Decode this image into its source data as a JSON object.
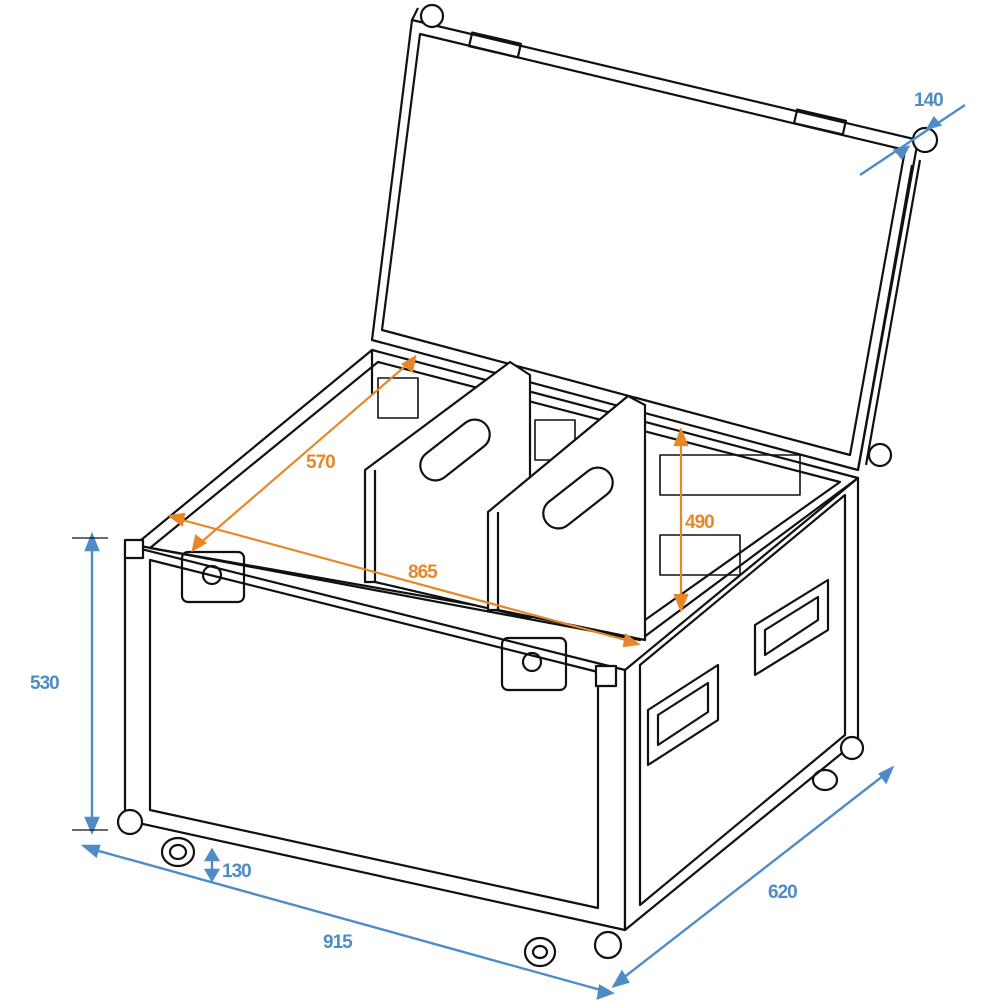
{
  "title": "Flight case technical drawing with dimensions",
  "colors": {
    "outline": "#111111",
    "outer_dimension": "#4f8cc7",
    "inner_dimension": "#e8872a",
    "background": "#ffffff"
  },
  "units": "mm",
  "outer_dimensions": {
    "length": "915",
    "depth": "620",
    "height": "530",
    "lid_height": "140",
    "wheel_height": "130"
  },
  "inner_dimensions": {
    "length": "865",
    "depth": "570",
    "height": "490"
  },
  "components": [
    "lid",
    "case-body",
    "divider-left",
    "divider-right",
    "butterfly-latch-left",
    "butterfly-latch-right",
    "side-handle-front",
    "side-handle-rear",
    "ball-corners",
    "castor-wheels"
  ]
}
